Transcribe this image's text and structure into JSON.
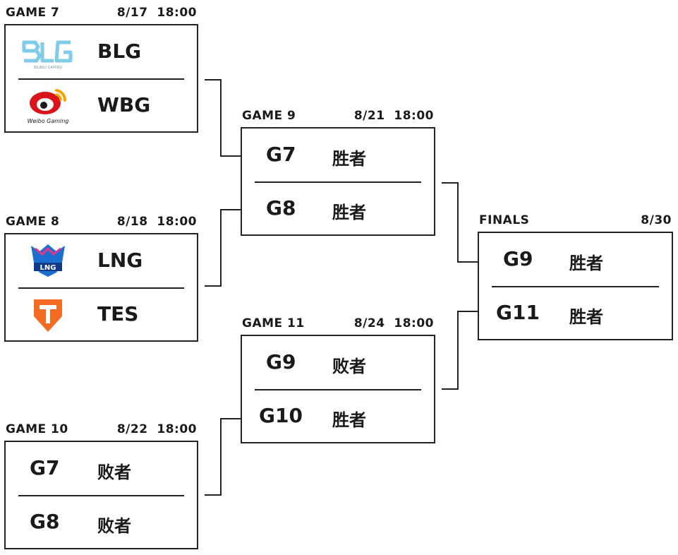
{
  "bracket": {
    "game7": {
      "name": "GAME 7",
      "time": "8/17  18:00",
      "team1": "BLG",
      "team2": "WBG",
      "team1_logo_icon": "blg-logo-icon",
      "team2_logo_icon": "weibo-gaming-logo-icon",
      "team1_logo_sub": "BILIBILI GAMING",
      "team2_logo_sub": "Weibo Gaming"
    },
    "game8": {
      "name": "GAME 8",
      "time": "8/18  18:00",
      "team1": "LNG",
      "team2": "TES",
      "team1_logo_icon": "lng-logo-icon",
      "team2_logo_icon": "tes-logo-icon",
      "team1_logo_text": "LNG"
    },
    "game9": {
      "name": "GAME 9",
      "time": "8/21  18:00",
      "slot1_seed": "G7",
      "slot1_result": "胜者",
      "slot2_seed": "G8",
      "slot2_result": "胜者"
    },
    "game10": {
      "name": "GAME 10",
      "time": "8/22  18:00",
      "slot1_seed": "G7",
      "slot1_result": "败者",
      "slot2_seed": "G8",
      "slot2_result": "败者"
    },
    "game11": {
      "name": "GAME 11",
      "time": "8/24  18:00",
      "slot1_seed": "G9",
      "slot1_result": "败者",
      "slot2_seed": "G10",
      "slot2_result": "胜者"
    },
    "finals": {
      "name": "FINALS",
      "time": "8/30",
      "slot1_seed": "G9",
      "slot1_result": "胜者",
      "slot2_seed": "G11",
      "slot2_result": "胜者"
    }
  },
  "colors": {
    "blg": "#7fcbe9",
    "wbg_red": "#d9141b",
    "wbg_orange": "#f5a300",
    "lng_blue": "#1b6fd1",
    "lng_pink": "#e8338b",
    "tes": "#f26b21",
    "line": "#222222"
  }
}
